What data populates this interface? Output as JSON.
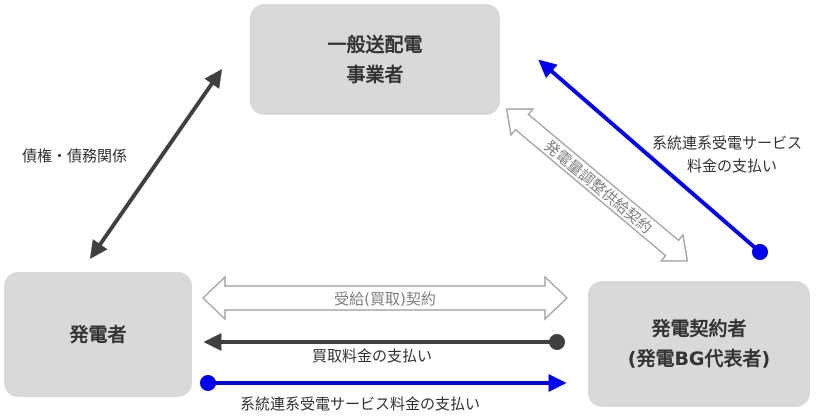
{
  "nodes": {
    "top": {
      "line1": "一般送配電",
      "line2": "事業者"
    },
    "left": {
      "line1": "発電者"
    },
    "right": {
      "line1": "発電契約者",
      "line2": "(発電BG代表者)"
    }
  },
  "edges": {
    "debt_label": "債権・債務関係",
    "grid_fee_upper_line1": "系統連系受電サービス",
    "grid_fee_upper_line2": "料金の支払い",
    "balancing_contract": "発電量調整供給契約",
    "supply_contract": "受給(買取)契約",
    "purchase_payment": "買取料金の支払い",
    "grid_fee_bottom": "系統連系受電サービス料金の支払い"
  },
  "colors": {
    "box_fill": "#d9d9d9",
    "dark_arrow": "#404040",
    "blue_arrow": "#0000ee",
    "outline_arrow": "#a6a6a6"
  }
}
